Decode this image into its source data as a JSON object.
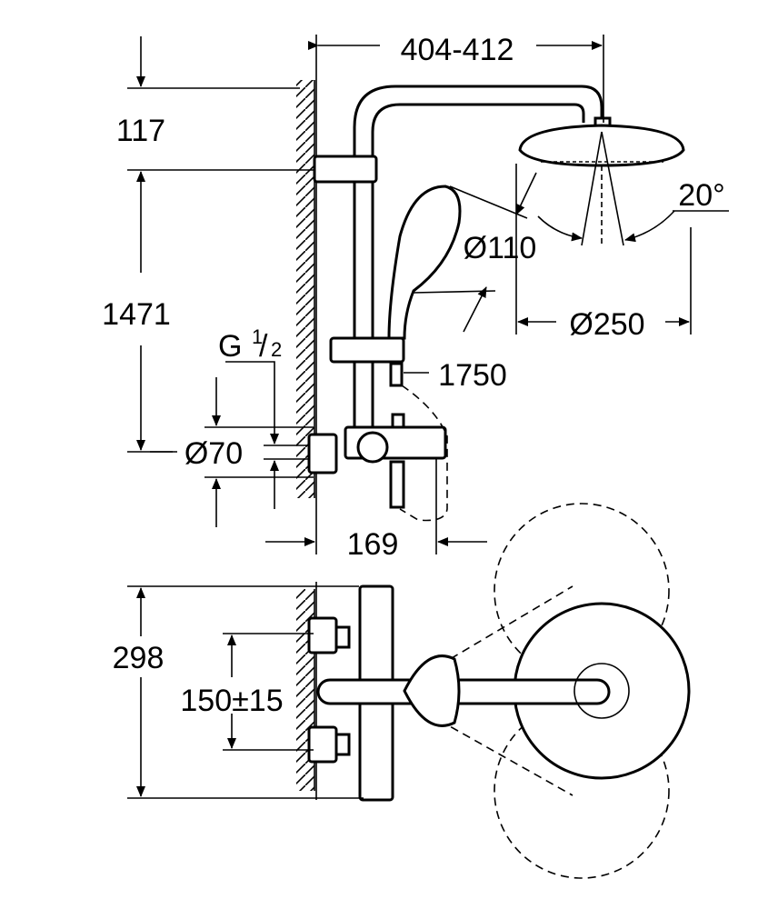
{
  "dimensions": {
    "arm_reach": "404-412",
    "top_offset": "117",
    "bar_height": "1471",
    "head_tilt": "20°",
    "hand_shower_diameter": "Ø110",
    "head_shower_diameter": "Ø250",
    "thread_letter": "G",
    "thread_num": "1",
    "thread_den": "2",
    "outlet_height": "1750",
    "rosette_diameter": "Ø70",
    "mixer_projection": "169",
    "plan_depth": "298",
    "inlet_spacing": "150±15"
  }
}
